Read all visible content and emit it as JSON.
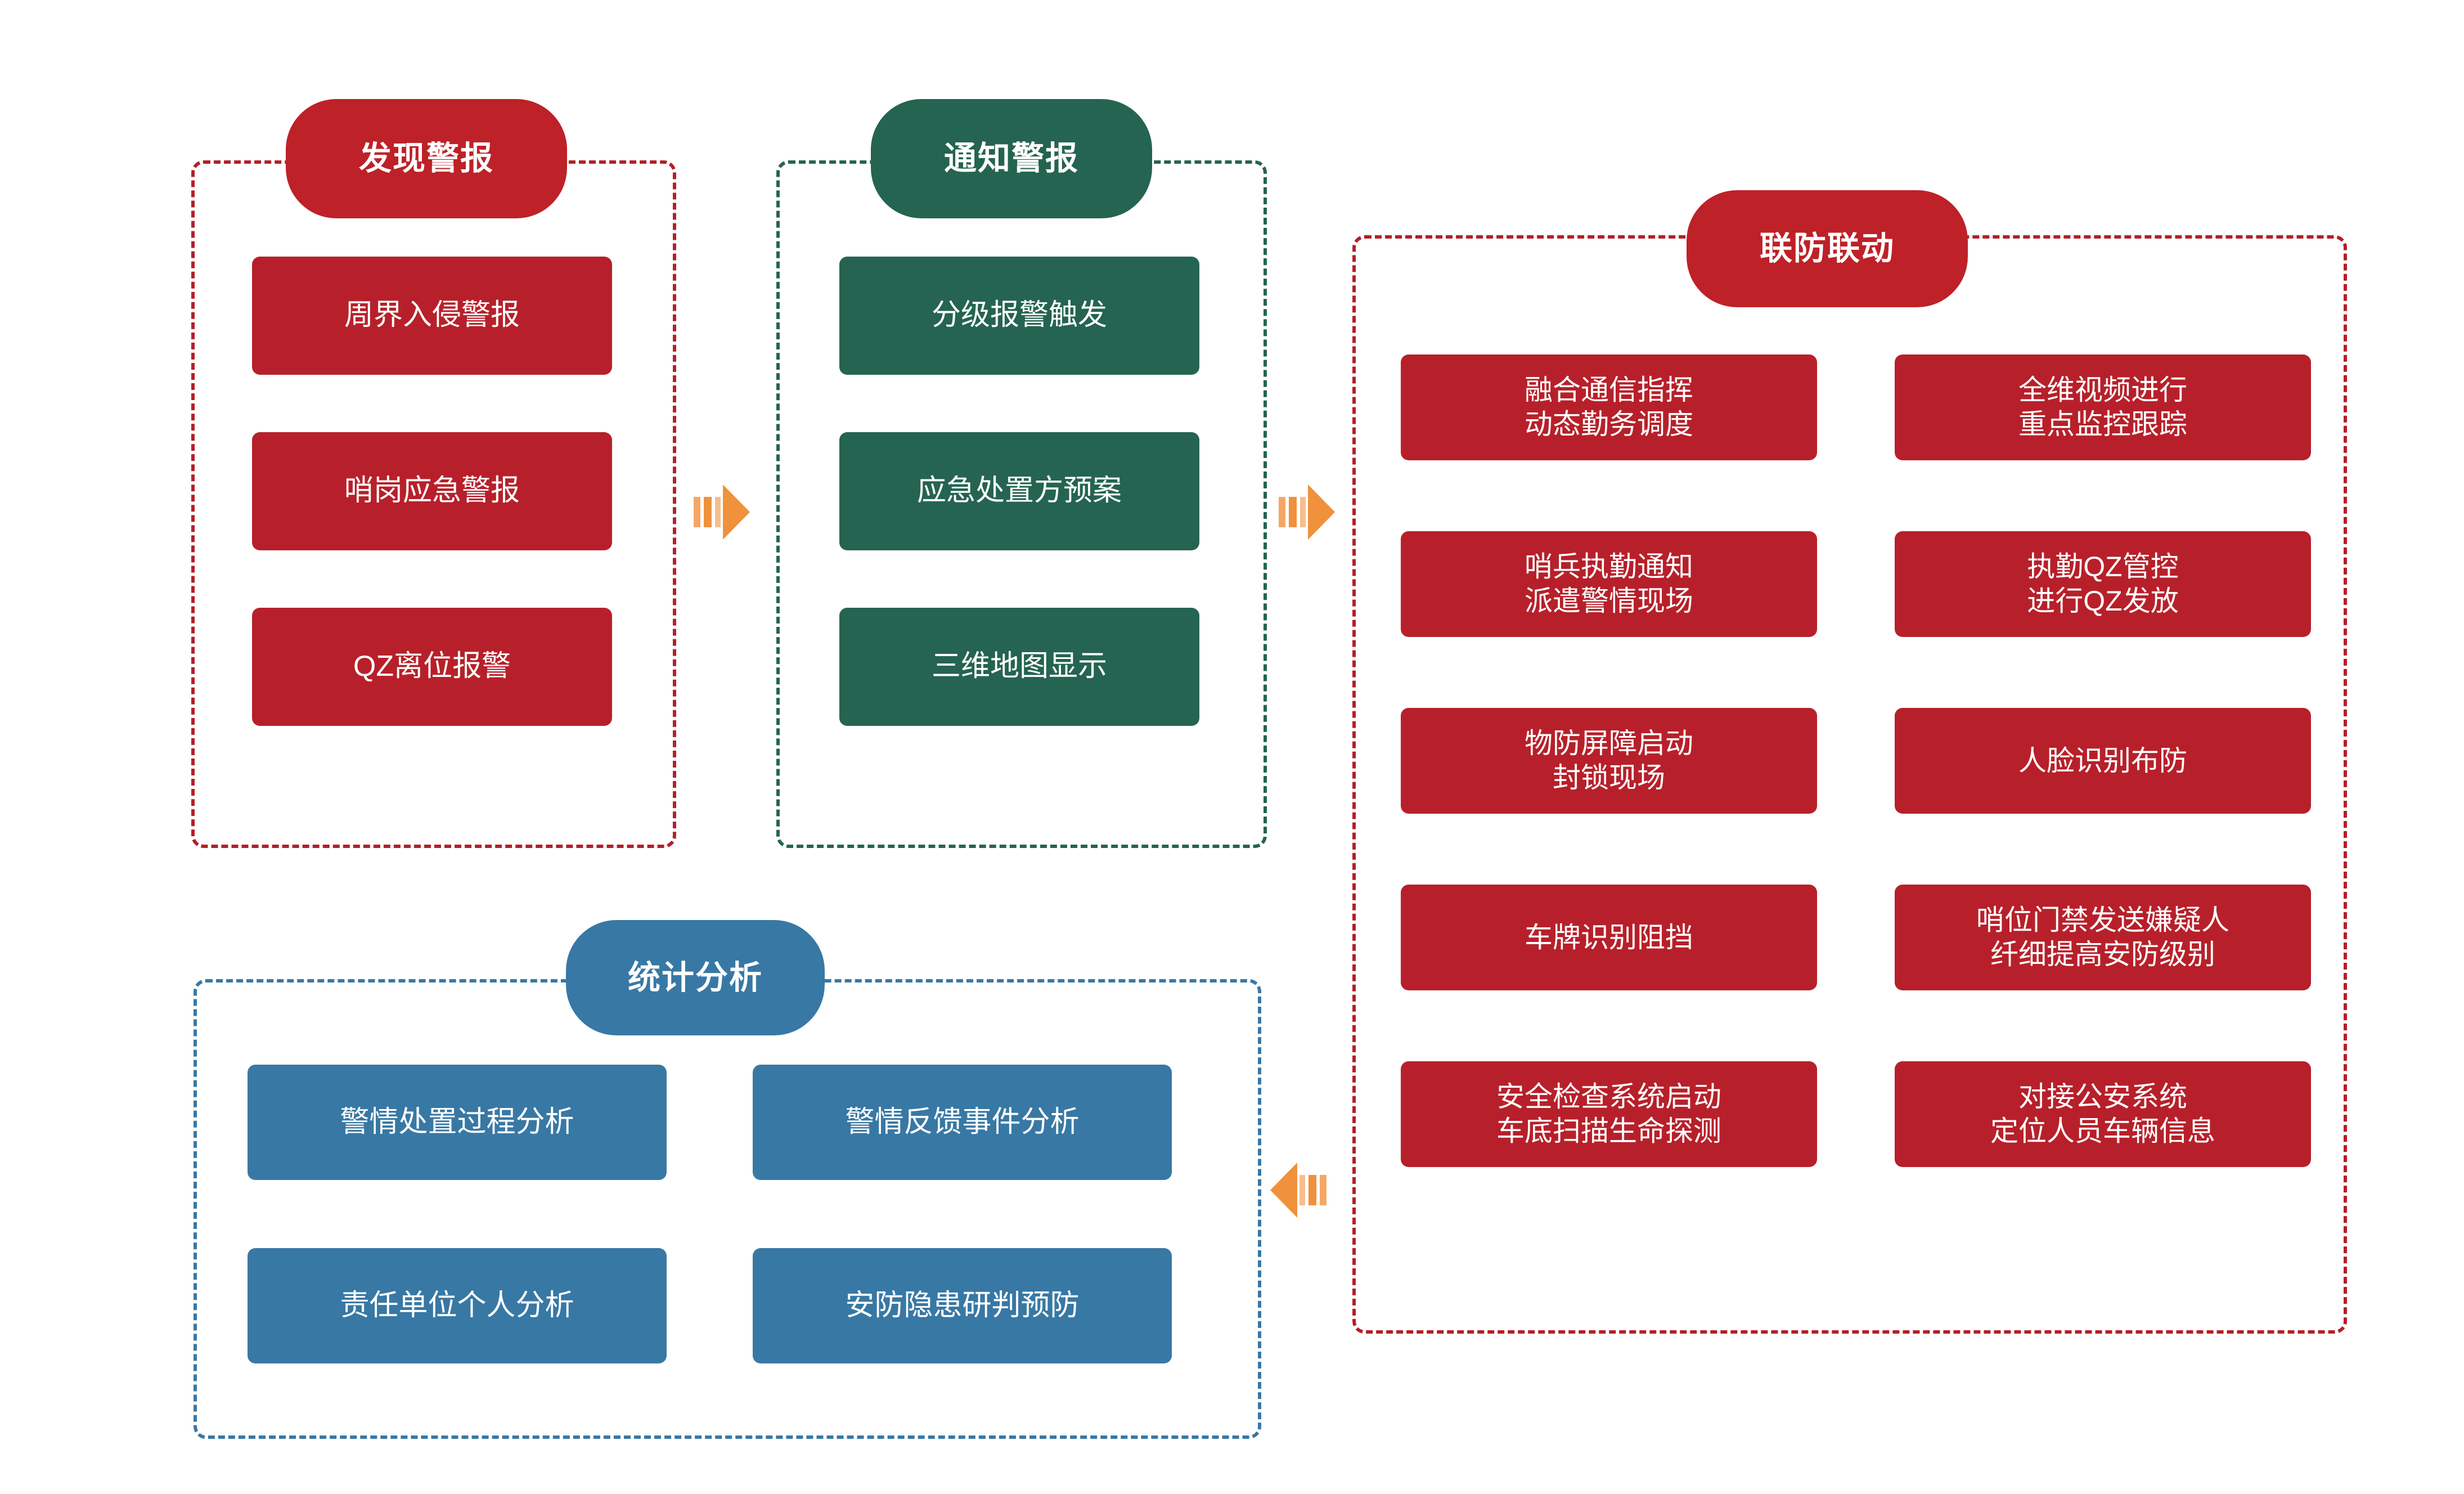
{
  "colors": {
    "alarm_red": "#B7202A",
    "pill_red": "#BE2128",
    "notify_green": "#246450",
    "stats_blue": "#3878A4",
    "arrow_orange": "#F0913C",
    "background": "#FFFFFF"
  },
  "panels": {
    "discover": {
      "title": "发现警报",
      "accent": "#BE2128",
      "items": [
        "周界入侵警报",
        "哨岗应急警报",
        "QZ离位报警"
      ]
    },
    "notify": {
      "title": "通知警报",
      "accent": "#246450",
      "items": [
        "分级报警触发",
        "应急处置方预案",
        "三维地图显示"
      ]
    },
    "joint_defense": {
      "title": "联防联动",
      "accent": "#BE2128",
      "left_items": [
        "融合通信指挥\n动态勤务调度",
        "哨兵执勤通知\n派遣警情现场",
        "物防屏障启动\n封锁现场",
        "车牌识别阻挡",
        "安全检查系统启动\n车底扫描生命探测"
      ],
      "right_items": [
        "全维视频进行\n重点监控跟踪",
        "执勤QZ管控\n进行QZ发放",
        "人脸识别布防",
        "哨位门禁发送嫌疑人\n纤细提高安防级别",
        "对接公安系统\n定位人员车辆信息"
      ]
    },
    "statistics": {
      "title": "统计分析",
      "accent": "#3878A4",
      "items": [
        "警情处置过程分析",
        "警情反馈事件分析",
        "责任单位个人分析",
        "安防隐患研判预防"
      ]
    }
  },
  "arrows": [
    {
      "name": "discover-to-notify",
      "direction": "right"
    },
    {
      "name": "notify-to-joint-defense",
      "direction": "right"
    },
    {
      "name": "joint-defense-to-statistics",
      "direction": "left"
    }
  ]
}
